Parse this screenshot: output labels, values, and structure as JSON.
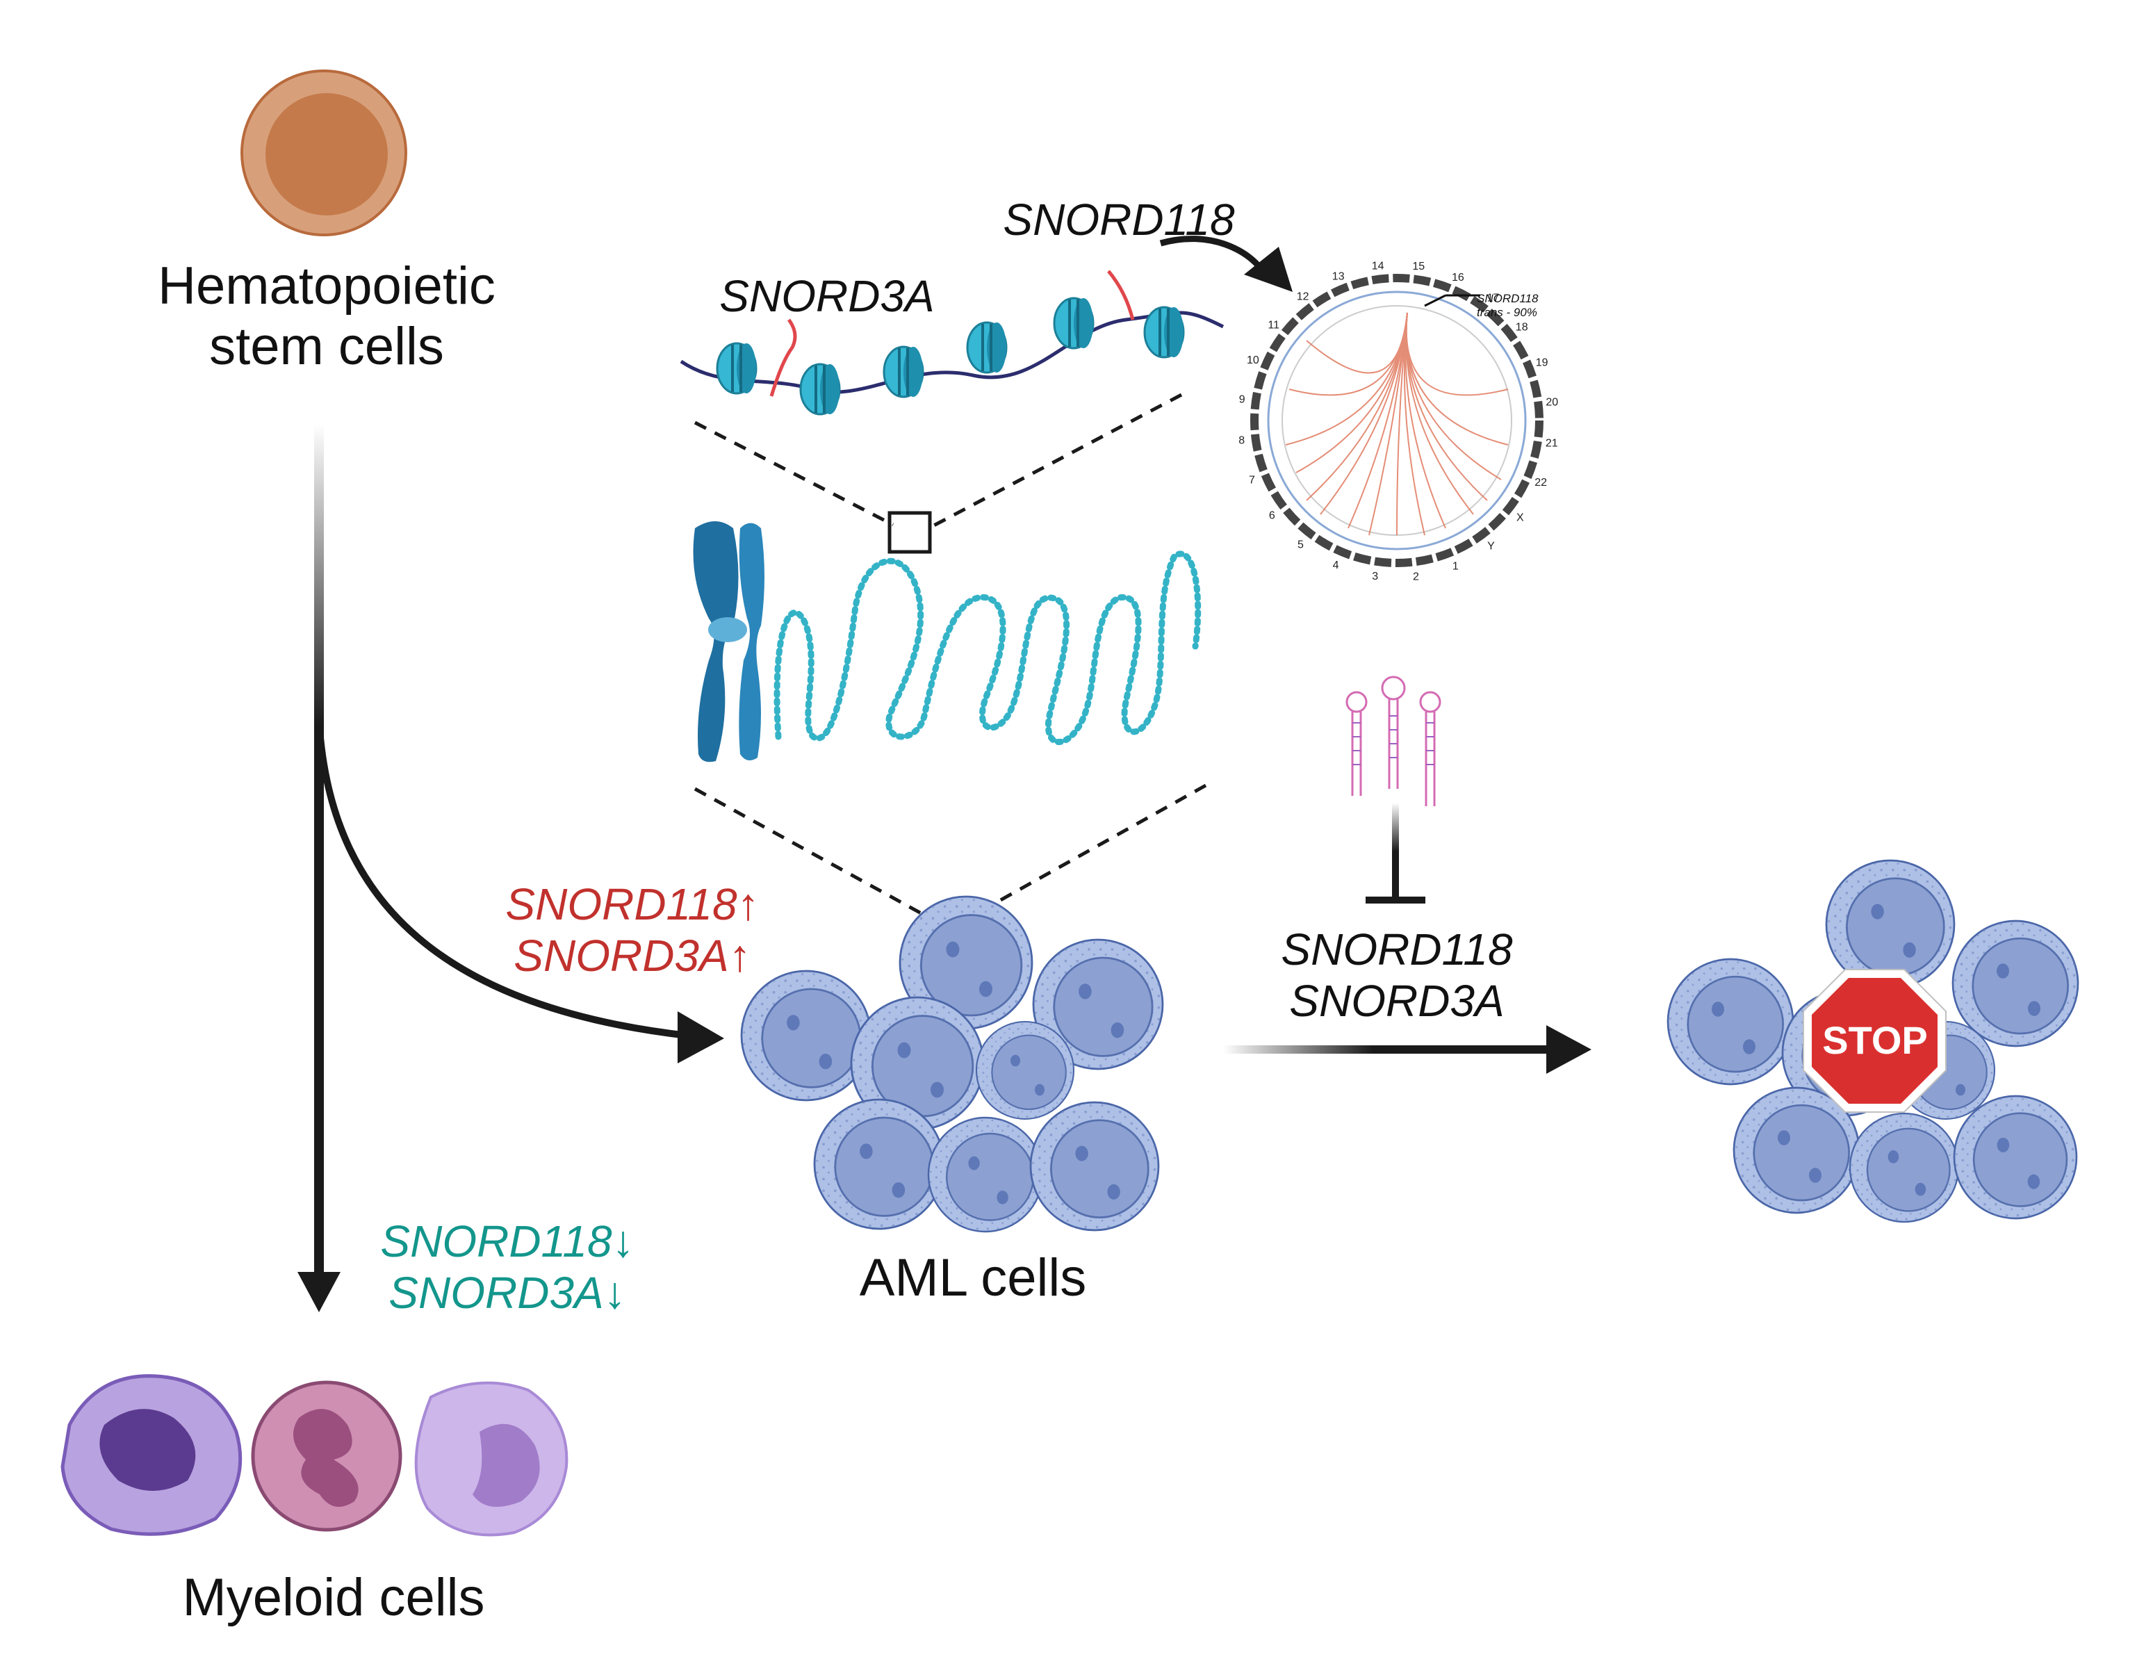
{
  "labels": {
    "hsc_line1": "Hematopoietic",
    "hsc_line2": "stem cells",
    "myeloid": "Myeloid cells",
    "aml": "AML cells",
    "snord3a_top": "SNORD3A",
    "snord118_top": "SNORD118",
    "up_snord118": "SNORD118↑",
    "up_snord3a": "SNORD3A↑",
    "down_snord118": "SNORD118↓",
    "down_snord3a": "SNORD3A↓",
    "inhibit_snord118": "SNORD118",
    "inhibit_snord3a": "SNORD3A",
    "stop": "STOP",
    "circos_label_line1": "SNORD118",
    "circos_label_line2": "trans - 90%"
  },
  "circos_ticks": [
    "13",
    "14",
    "15",
    "16",
    "17",
    "18",
    "19",
    "20",
    "21",
    "22",
    "X",
    "Y",
    "1",
    "2",
    "3",
    "4",
    "5",
    "6",
    "7",
    "8",
    "9",
    "10",
    "11",
    "12"
  ],
  "colors": {
    "up": "#c1312d",
    "down": "#13968c",
    "aml_cell": "#8fa4d3",
    "hsc": "#c97a4c",
    "stop": "#d9302f",
    "chromosome": "#1f6fa0",
    "nucleosome": "#2bb0cc",
    "circos_links": "#e07a5f"
  },
  "icons": [
    "hematopoietic-stem-cell-icon",
    "aml-cell-cluster-icon",
    "myeloid-cell-icons",
    "chromosome-icon",
    "nucleosome-icons",
    "circos-plot-icon",
    "antisense-oligo-icon",
    "stop-sign-icon"
  ]
}
